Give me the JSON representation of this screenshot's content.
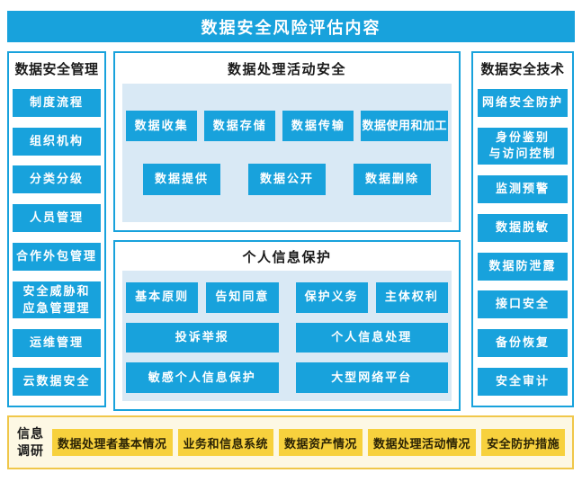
{
  "banner": {
    "title": "数据安全风险评估内容"
  },
  "colors": {
    "primary_blue": "#18a2dc",
    "panel_blue": "#d9e9f5",
    "box_yellow": "#f7d13d",
    "cream_background": "#fdf8e4",
    "gold_border": "#f0c74a",
    "text_dark": "#1a1a1a",
    "text_white": "#ffffff"
  },
  "left": {
    "title": "数据安全管理",
    "items": [
      "制度流程",
      "组织机构",
      "分类分级",
      "人员管理",
      "合作外包管理",
      "安全威胁和\n应急管理理",
      "运维管理",
      "云数据安全"
    ]
  },
  "center_top": {
    "title": "数据处理活动安全",
    "row1": [
      "数据收集",
      "数据存储",
      "数据传输",
      "数据使用和加工"
    ],
    "row2": [
      "数据提供",
      "数据公开",
      "数据删除"
    ]
  },
  "center_bottom": {
    "title": "个人信息保护",
    "row1": [
      "基本原则",
      "告知同意",
      "保护义务",
      "主体权利"
    ],
    "row2": [
      "投诉举报",
      "个人信息处理"
    ],
    "row3": [
      "敏感个人信息保护",
      "大型网络平台"
    ]
  },
  "right": {
    "title": "数据安全技术",
    "items": [
      "网络安全防护",
      "身份鉴别\n与访问控制",
      "监测预警",
      "数据脱敏",
      "数据防泄露",
      "接口安全",
      "备份恢复",
      "安全审计"
    ]
  },
  "bottom": {
    "label": "信息\n调研",
    "items": [
      "数据处理者基本情况",
      "业务和信息系统",
      "数据资产情况",
      "数据处理活动情况",
      "安全防护措施"
    ]
  }
}
